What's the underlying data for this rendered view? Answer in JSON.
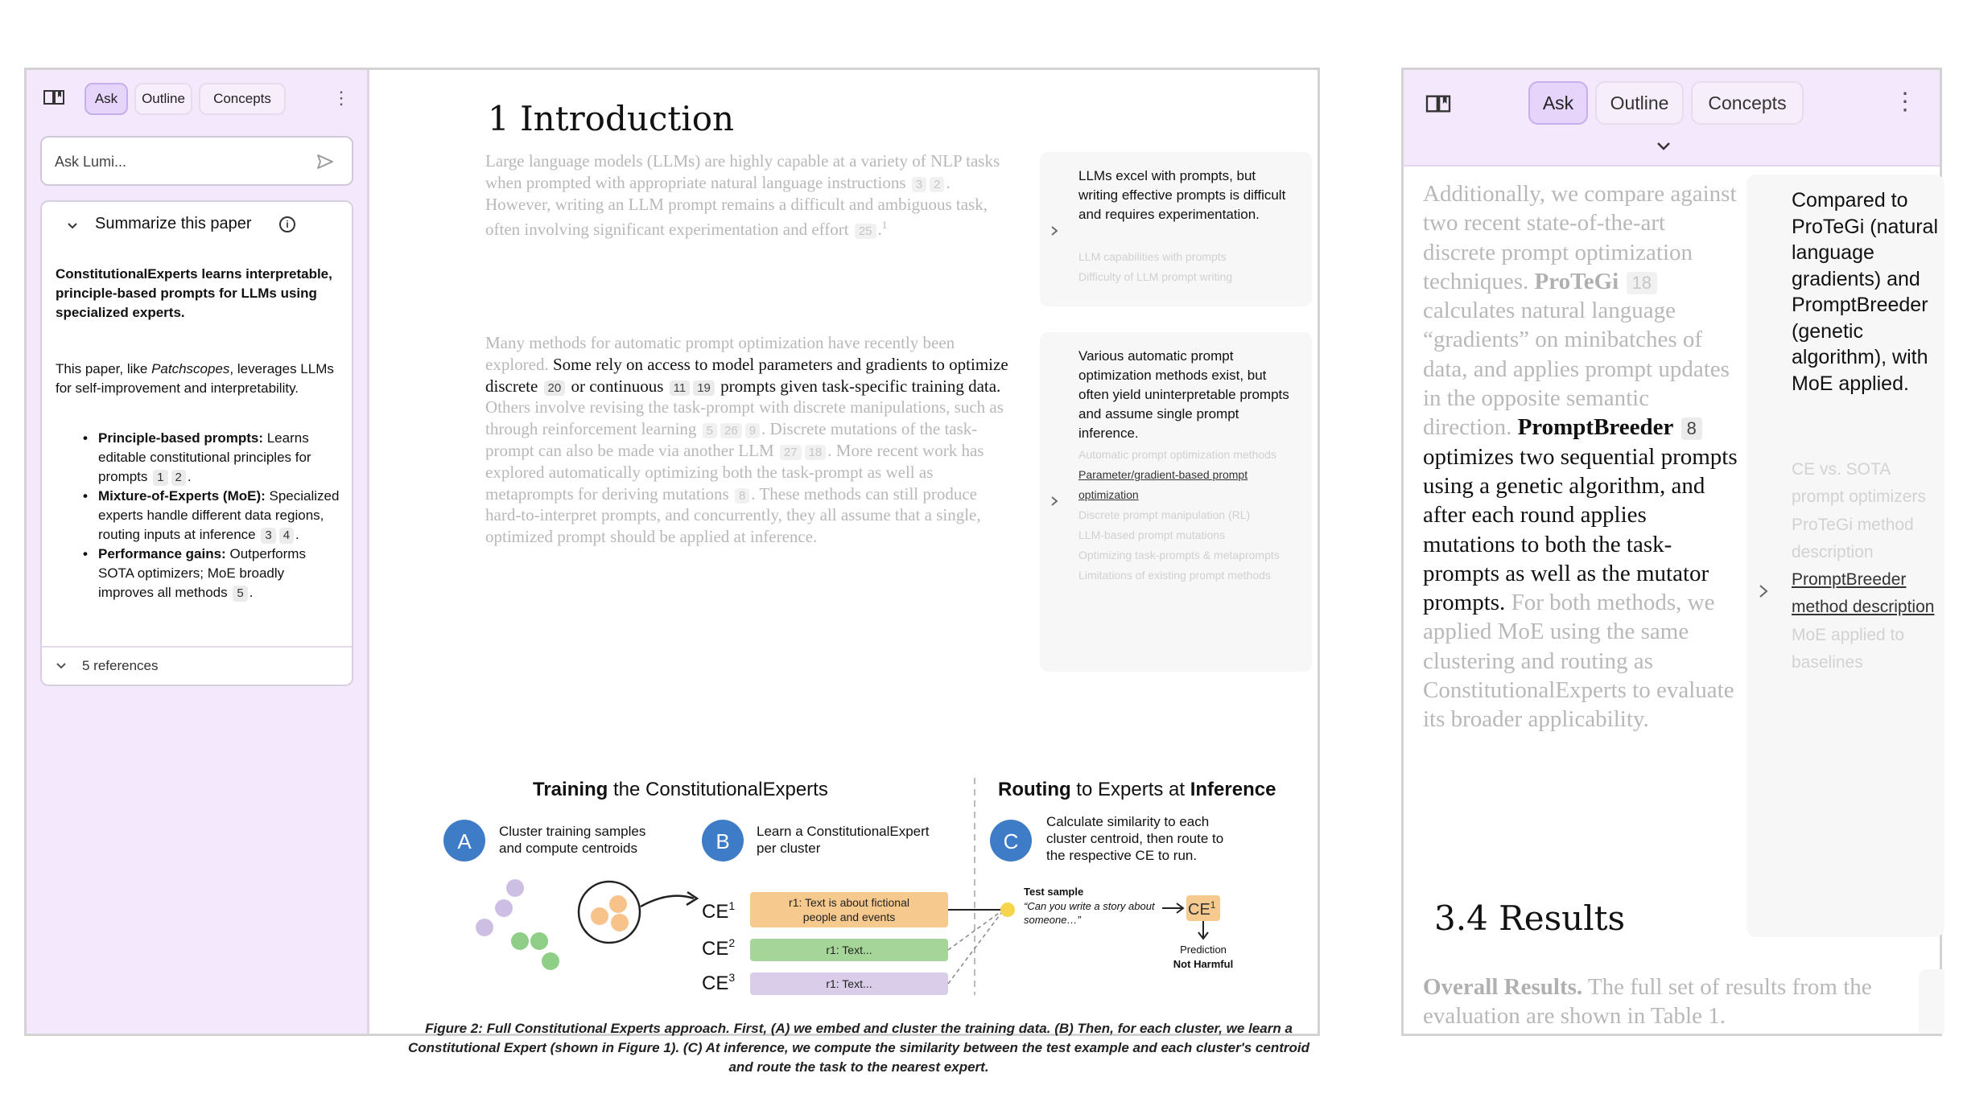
{
  "left_window": {
    "tabs": [
      "Ask",
      "Outline",
      "Concepts"
    ],
    "active_tab": "Ask",
    "ask_placeholder": "Ask Lumi...",
    "summary": {
      "title": "Summarize this paper",
      "bold": "ConstitutionalExperts learns interpretable, principle-based prompts for LLMs using specialized experts.",
      "p_pre": "This paper, like ",
      "p_em": "Patchscopes",
      "p_post": ", leverages LLMs for self-improvement and interpretability.",
      "bullets": [
        {
          "head": "Principle-based prompts:",
          "body": "Learns editable constitutional principles for prompts",
          "refs": [
            "1",
            "2"
          ]
        },
        {
          "head": "Mixture-of-Experts (MoE):",
          "body": "Specialized experts handle different data regions, routing inputs at inference",
          "refs": [
            "3",
            "4"
          ]
        },
        {
          "head": "Performance gains:",
          "body": "Outperforms SOTA optimizers; MoE broadly improves all methods",
          "refs": [
            "5"
          ]
        }
      ],
      "references_label": "5 references"
    },
    "doc": {
      "section_title": "1 Introduction",
      "p1": {
        "a": "Large language models (LLMs) are highly capable at a variety of NLP tasks when prompted with appropriate natural language instructions",
        "r1": "3",
        "r2": "2",
        "b": ". However, writing an LLM prompt remains a difficult and ambiguous task, often involving significant experimentation and effort",
        "r3": "25",
        "c": ".",
        "sup": "1"
      },
      "p2": {
        "a": "Many methods for automatic prompt optimization have recently been explored.",
        "hl1": " Some rely on access to model parameters and gradients to optimize discrete ",
        "r1": "20",
        "hl2": " or continuous ",
        "r2": "11",
        "r3": "19",
        "hl3": " prompts given task-specific training data.",
        "b": " Others involve revising the task-prompt with discrete manipulations, such as through reinforcement learning",
        "r4": "5",
        "r5": "26",
        "r6": "9",
        "c": ". Discrete mutations of the task-prompt can also be made via another LLM",
        "r7": "27",
        "r8": "18",
        "d": ". More recent work has explored automatically optimizing both the task-prompt as well as metaprompts for deriving mutations",
        "r9": "8",
        "e": ". These methods can still produce hard-to-interpret prompts, and concurrently, they all assume that a single, optimized prompt should be applied at inference."
      },
      "outline1": {
        "summary": "LLMs excel with prompts, but writing effective prompts is difficult and requires experimentation.",
        "items": [
          "LLM capabilities with prompts",
          "Difficulty of LLM prompt writing"
        ]
      },
      "outline2": {
        "summary": "Various automatic prompt optimization methods exist, but often yield uninterpretable prompts and assume single prompt inference.",
        "items": [
          "Automatic prompt optimization methods",
          "Parameter/gradient-based prompt optimization",
          "Discrete prompt manipulation (RL)",
          "LLM-based prompt mutations",
          "Optimizing task-prompts & metaprompts",
          "Limitations of existing prompt methods"
        ],
        "current_index": 1
      },
      "figure": {
        "title_left_bold": "Training",
        "title_left_rest": " the ConstitutionalExperts",
        "title_right_bold1": "Routing",
        "title_right_mid": " to Experts at ",
        "title_right_bold2": "Inference",
        "step_a_letter": "A",
        "step_a_text": [
          "Cluster training samples",
          "and compute centroids"
        ],
        "step_b_letter": "B",
        "step_b_text": [
          "Learn a ConstitutionalExpert",
          "per cluster"
        ],
        "step_c_letter": "C",
        "step_c_text": [
          "Calculate similarity to each",
          "cluster centroid, then route to",
          "the respective CE to run."
        ],
        "ce_labels": [
          "CE",
          "CE",
          "CE"
        ],
        "ce_sups": [
          "1",
          "2",
          "3"
        ],
        "rule_boxes": [
          "r1: Text is about fictional",
          "people and events",
          "r1: Text...",
          "r1: Text..."
        ],
        "test_sample_label": "Test sample",
        "test_sample_text": [
          "“Can you write a story about",
          "someone…”"
        ],
        "prediction_label": "Prediction",
        "prediction_value": "Not Harmful",
        "caption": "Figure 2: Full Constitutional Experts approach. First, (A) we embed and cluster the training data. (B) Then, for each cluster, we learn a Constitutional Expert (shown in Figure 1). (C) At inference, we compute the similarity between the test example and each cluster's centroid and route the task to the nearest expert.",
        "colors": {
          "blue": "#3f7cc8",
          "orange": "#f6c98f",
          "green": "#a6d59a",
          "purple": "#d9cdea",
          "yellow": "#f7d54a",
          "dot_purple": "#cdbfe3",
          "dot_green": "#8fce86",
          "dot_orange": "#f7c38a"
        }
      }
    }
  },
  "right_window": {
    "tabs": [
      "Ask",
      "Outline",
      "Concepts"
    ],
    "active_tab": "Ask",
    "para": {
      "a": "Additionally, we compare against two recent state-of-the-art discrete prompt optimization techniques. ",
      "protegi": "ProTeGi",
      "r1": "18",
      "b": " calculates natural language “gradients” on minibatches of data, and applies prompt updates in the opposite semantic direction.",
      "pb": "PromptBreeder",
      "r2": "8",
      "hl": " optimizes two sequential prompts using a genetic algorithm, and after each round applies mutations to both the task-prompts as well as the mutator prompts.",
      "c": " For both methods, we applied MoE using the same clustering and routing as ConstitutionalExperts to evaluate its broader applicability."
    },
    "outline": {
      "summary": "Compared to ProTeGi (natural language gradients) and PromptBreeder (genetic algorithm), with MoE applied.",
      "items": [
        "CE vs. SOTA prompt optimizers",
        "ProTeGi method description",
        "PromptBreeder method description",
        "MoE applied to baselines"
      ],
      "current_index": 2
    },
    "results_title": "3.4 Results",
    "overall_bold": "Overall Results.",
    "overall_text": " The full set of results from the evaluation are shown in Table 1."
  },
  "colors": {
    "sidebar_bg": "#f3e8fc",
    "active_tab_bg": "#e7d4fa",
    "card_bg": "#f7f7f7",
    "faded_text": "#b8b8b8"
  },
  "icons": [
    "book-icon",
    "kebab-menu-icon",
    "send-icon",
    "chevron-down-icon",
    "info-icon",
    "chevron-right-icon"
  ]
}
